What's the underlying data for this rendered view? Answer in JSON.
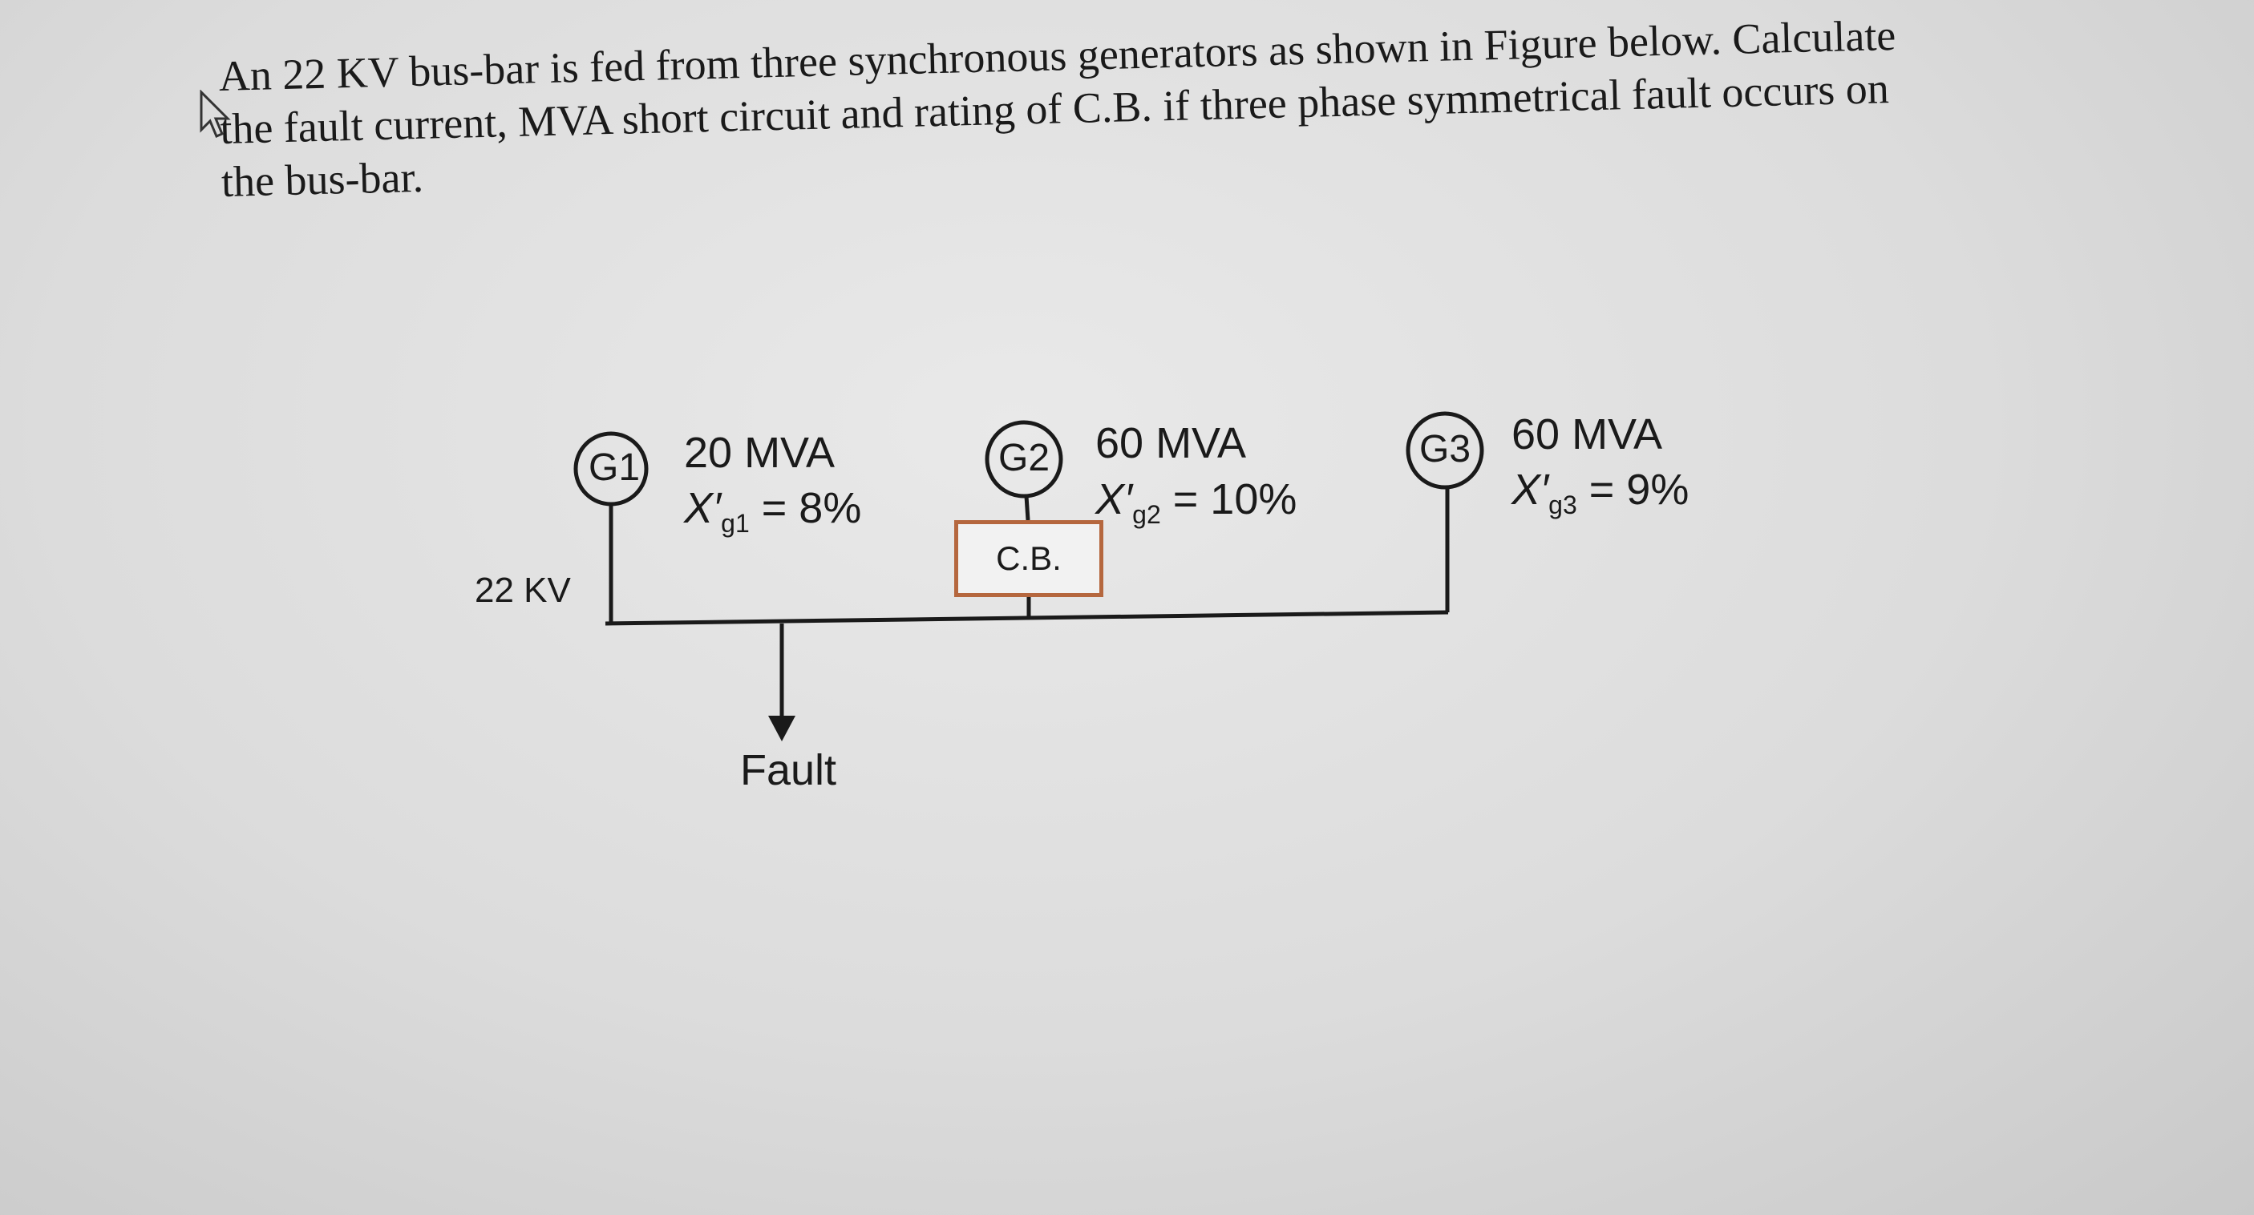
{
  "problem": {
    "line1": "An 22 KV bus-bar is fed from three synchronous generators as shown in Figure below. Calculate",
    "line2": "the fault current, MVA short circuit and rating of C.B. if three phase symmetrical fault occurs on",
    "line3": "the bus-bar."
  },
  "diagram": {
    "bus_label": "22 KV",
    "fault_label": "Fault",
    "cb_label": "C.B.",
    "generators": [
      {
        "name": "G1",
        "rating": "20 MVA",
        "x_symbol": "X′",
        "x_sub": "g1",
        "x_value": "= 8%"
      },
      {
        "name": "G2",
        "rating": "60 MVA",
        "x_symbol": "X′",
        "x_sub": "g2",
        "x_value": "= 10%"
      },
      {
        "name": "G3",
        "rating": "60 MVA",
        "x_symbol": "X′",
        "x_sub": "g3",
        "x_value": "= 9%"
      }
    ]
  },
  "colors": {
    "line": "#1a1a1a",
    "cb_border": "#b5673e",
    "background": "#dcdcdc"
  },
  "icons": {
    "cursor": "mouse-pointer-icon"
  }
}
